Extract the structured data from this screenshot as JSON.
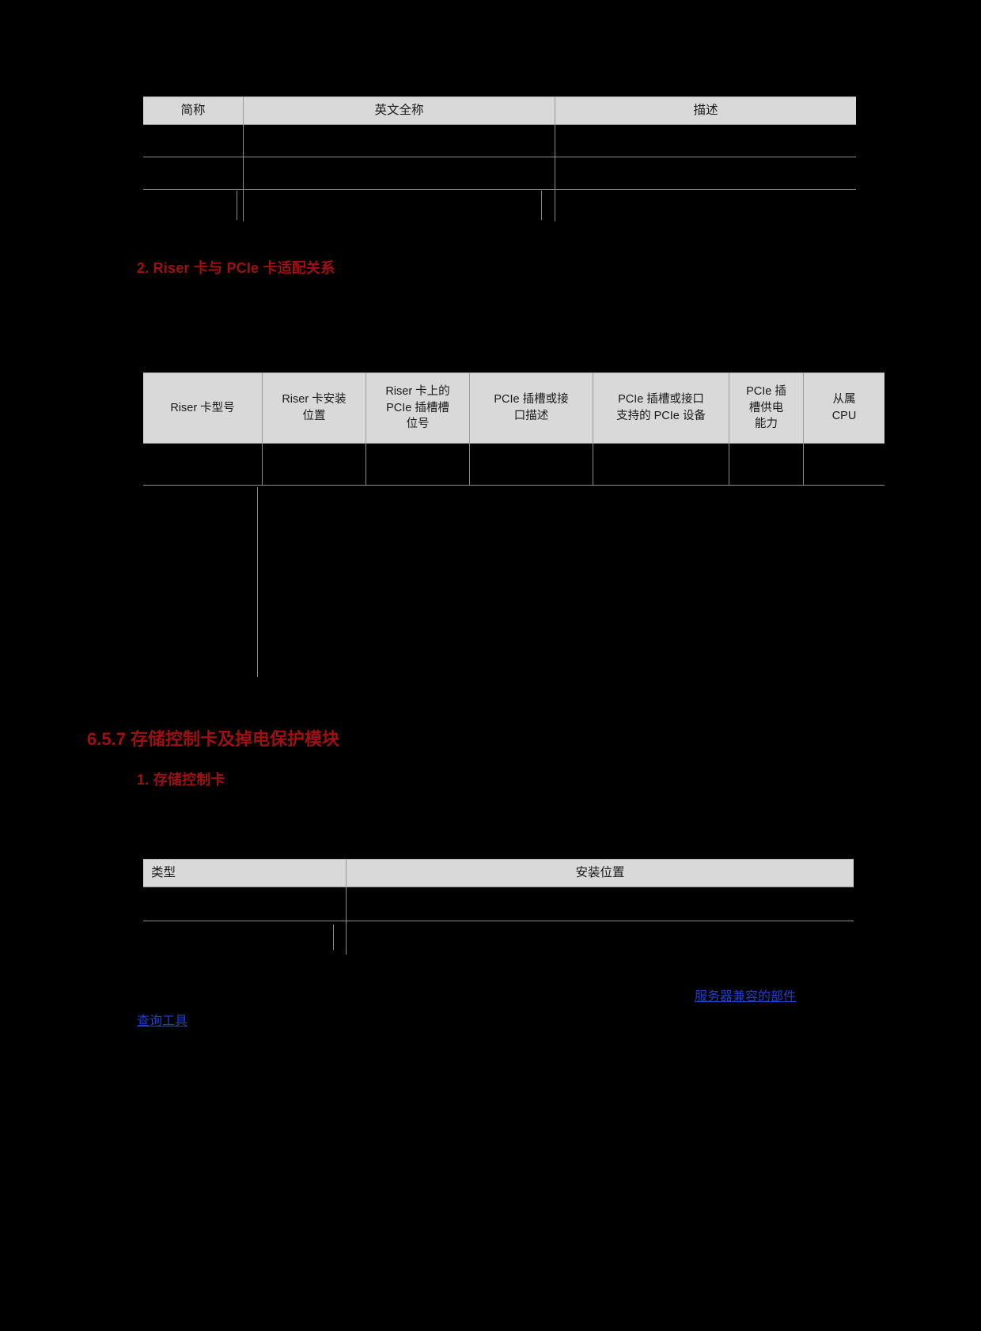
{
  "tables": {
    "abbreviation": {
      "headers": [
        "简称",
        "英文全称",
        "描述"
      ],
      "rows": [
        [
          "",
          "",
          ""
        ],
        [
          "",
          "",
          ""
        ],
        [
          "",
          "",
          ""
        ]
      ]
    },
    "riser_compat": {
      "headers": [
        "Riser 卡型号",
        "Riser 卡安装位置",
        "Riser 卡上的 PCIe 插槽槽位号",
        "PCIe 插槽或接口描述",
        "PCIe 插槽或接口支持的 PCIe 设备",
        "PCIe 插槽供电能力",
        "从属 CPU"
      ],
      "header_lines": [
        [
          "Riser 卡型号"
        ],
        [
          "Riser 卡安装",
          "位置"
        ],
        [
          "Riser 卡上的",
          "PCIe 插槽槽",
          "位号"
        ],
        [
          "PCIe 插槽或接",
          "口描述"
        ],
        [
          "PCIe 插槽或接口",
          "支持的 PCIe 设备"
        ],
        [
          "PCIe 插",
          "槽供电",
          "能力"
        ],
        [
          "从属",
          "CPU"
        ]
      ],
      "rows": [
        [
          "",
          "",
          "",
          "",
          "",
          "",
          ""
        ]
      ]
    },
    "storage_card": {
      "headers": [
        "类型",
        "安装位置"
      ],
      "rows": [
        [
          "",
          ""
        ],
        [
          "",
          ""
        ]
      ]
    }
  },
  "headings": {
    "riser_pcie": "2. Riser 卡与 PCIe 卡适配关系",
    "section_657": "6.5.7  存储控制卡及掉电保护模块",
    "storage_card": "1. 存储控制卡"
  },
  "links": {
    "compat_tool_line1": "服务器兼容的部件",
    "compat_tool_line2": "查询工具"
  },
  "colors": {
    "page_background": "#000000",
    "table_header_fill": "#d9d9d9",
    "heading_red": "#a01010",
    "link_blue": "#1f3fd0",
    "rule_gray": "#8c8c8c"
  }
}
